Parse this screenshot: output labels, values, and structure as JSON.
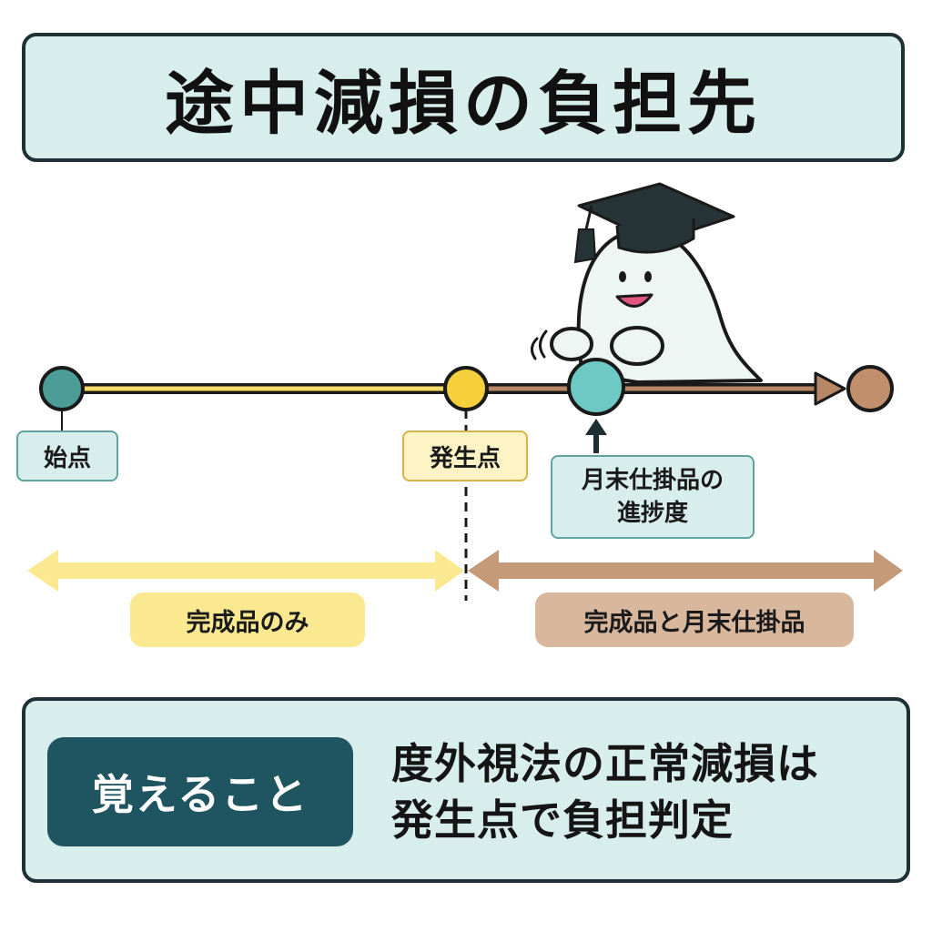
{
  "title": "途中減損の負担先",
  "timeline": {
    "start_label": "始点",
    "occurrence_label": "発生点",
    "progress_label_line1": "月末仕掛品の",
    "progress_label_line2": "進捗度"
  },
  "ranges": {
    "before": "完成品のみ",
    "after": "完成品と月末仕掛品"
  },
  "memo": {
    "tag": "覚えること",
    "line1": "度外視法の正常減損は",
    "line2": "発生点で負担判定"
  },
  "colors": {
    "teal": "#4c9c98",
    "yellow": "#f5cf3c",
    "brown": "#b88866",
    "light_yellow": "#fbe992",
    "light_brown": "#d9b79c",
    "panel": "#d8eeec",
    "dark_teal": "#1f5560"
  },
  "icons": [
    "mascot-ghost-icon",
    "graduation-cap-icon",
    "arrow-up-icon"
  ]
}
